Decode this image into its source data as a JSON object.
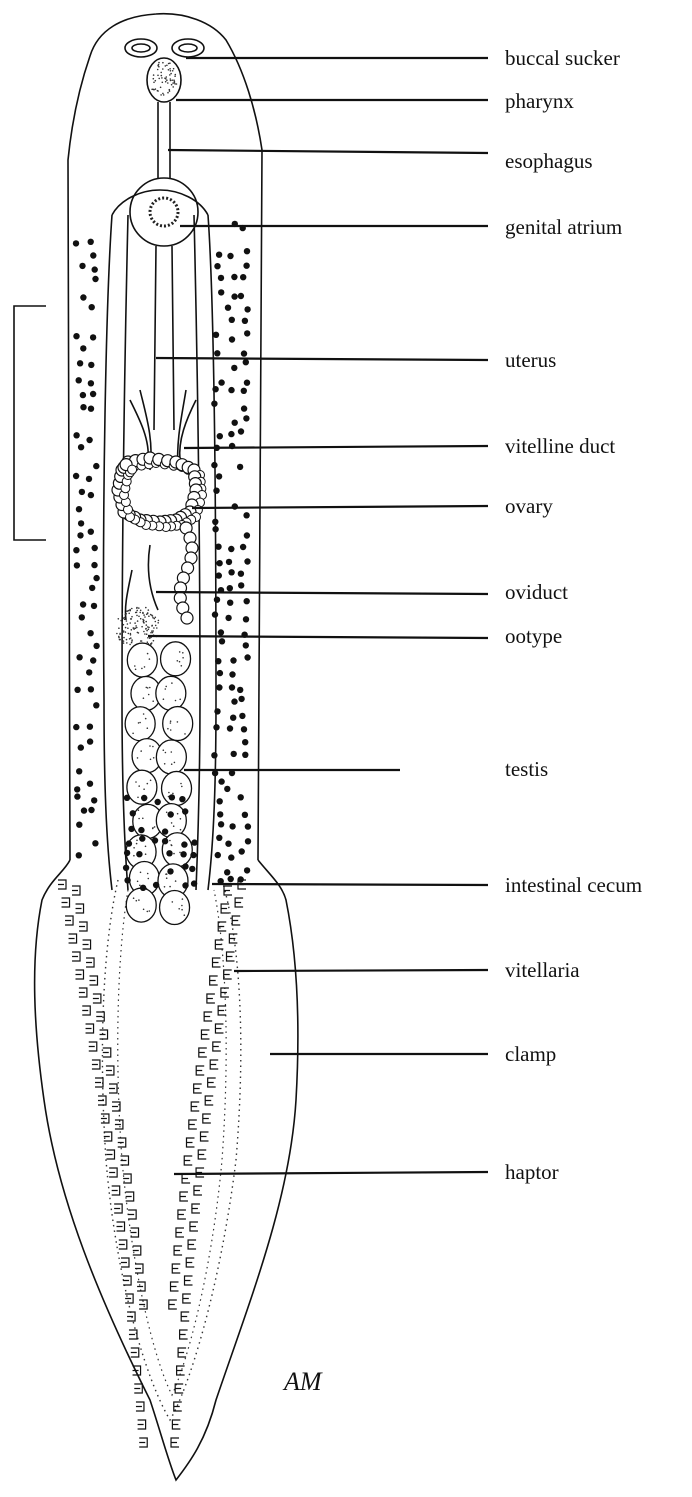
{
  "figure": {
    "labels": [
      {
        "id": "buccal-sucker",
        "text": "buccal sucker"
      },
      {
        "id": "pharynx",
        "text": "pharynx"
      },
      {
        "id": "esophagus",
        "text": "esophagus"
      },
      {
        "id": "genital-atrium",
        "text": "genital atrium"
      },
      {
        "id": "uterus",
        "text": "uterus"
      },
      {
        "id": "vitelline-duct",
        "text": "vitelline duct"
      },
      {
        "id": "ovary",
        "text": "ovary"
      },
      {
        "id": "oviduct",
        "text": "oviduct"
      },
      {
        "id": "ootype",
        "text": "ootype"
      },
      {
        "id": "testis",
        "text": "testis"
      },
      {
        "id": "intestinal-cecum",
        "text": "intestinal cecum"
      },
      {
        "id": "vitellaria",
        "text": "vitellaria"
      },
      {
        "id": "clamp",
        "text": "clamp"
      },
      {
        "id": "haptor",
        "text": "haptor"
      }
    ],
    "signature": "AM",
    "colors": {
      "ink": "#111111",
      "background": "#ffffff"
    }
  }
}
